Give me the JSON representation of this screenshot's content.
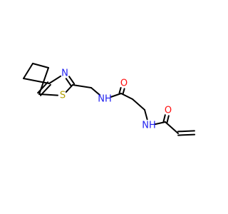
{
  "colors": {
    "bond": "#000000",
    "background": "#ffffff",
    "nitrogen": "#1f1ff0",
    "oxygen": "#ff0d0d",
    "sulfur": "#b29f00"
  },
  "molecule": {
    "atoms": [
      {
        "id": "a1",
        "element": "C"
      },
      {
        "id": "a2",
        "element": "C"
      },
      {
        "id": "a3",
        "element": "C"
      },
      {
        "id": "a4",
        "element": "C"
      },
      {
        "id": "a5",
        "element": "C"
      },
      {
        "id": "a6",
        "element": "C"
      },
      {
        "id": "n_thz",
        "element": "N",
        "label": "N"
      },
      {
        "id": "s_thz",
        "element": "S",
        "label": "S"
      },
      {
        "id": "ch2",
        "element": "C"
      },
      {
        "id": "n_amide1",
        "element": "N",
        "label": "NH"
      },
      {
        "id": "c_carbonyl1",
        "element": "C"
      },
      {
        "id": "o1",
        "element": "O",
        "label": "O"
      },
      {
        "id": "c_b1",
        "element": "C"
      },
      {
        "id": "c_b2",
        "element": "C"
      },
      {
        "id": "n_amide2",
        "element": "N",
        "label": "NH"
      },
      {
        "id": "c_carbonyl2",
        "element": "C"
      },
      {
        "id": "o2",
        "element": "O",
        "label": "O"
      },
      {
        "id": "c_vinyl1",
        "element": "C"
      },
      {
        "id": "c_vinyl2",
        "element": "C"
      }
    ],
    "bonds": [
      {
        "from": "a1",
        "to": "a2",
        "order": 1
      },
      {
        "from": "a2",
        "to": "a3",
        "order": 1
      },
      {
        "from": "a3",
        "to": "a6",
        "order": 1
      },
      {
        "from": "a1",
        "to": "a4",
        "order": 1
      },
      {
        "from": "a4",
        "to": "a6",
        "order": 2
      },
      {
        "from": "a4",
        "to": "n_thz",
        "order": 1
      },
      {
        "from": "a6",
        "to": "s_thz",
        "order": 1
      },
      {
        "from": "n_thz",
        "to": "a5",
        "order": 2
      },
      {
        "from": "a5",
        "to": "s_thz",
        "order": 1
      },
      {
        "from": "a5",
        "to": "ch2",
        "order": 1
      },
      {
        "from": "ch2",
        "to": "n_amide1",
        "order": 1
      },
      {
        "from": "n_amide1",
        "to": "c_carbonyl1",
        "order": 1
      },
      {
        "from": "c_carbonyl1",
        "to": "o1",
        "order": 2
      },
      {
        "from": "c_carbonyl1",
        "to": "c_b1",
        "order": 1
      },
      {
        "from": "c_b1",
        "to": "c_b2",
        "order": 1
      },
      {
        "from": "c_b2",
        "to": "n_amide2",
        "order": 1
      },
      {
        "from": "n_amide2",
        "to": "c_carbonyl2",
        "order": 1
      },
      {
        "from": "c_carbonyl2",
        "to": "o2",
        "order": 2
      },
      {
        "from": "c_carbonyl2",
        "to": "c_vinyl1",
        "order": 1
      },
      {
        "from": "c_vinyl1",
        "to": "c_vinyl2",
        "order": 2
      }
    ]
  }
}
